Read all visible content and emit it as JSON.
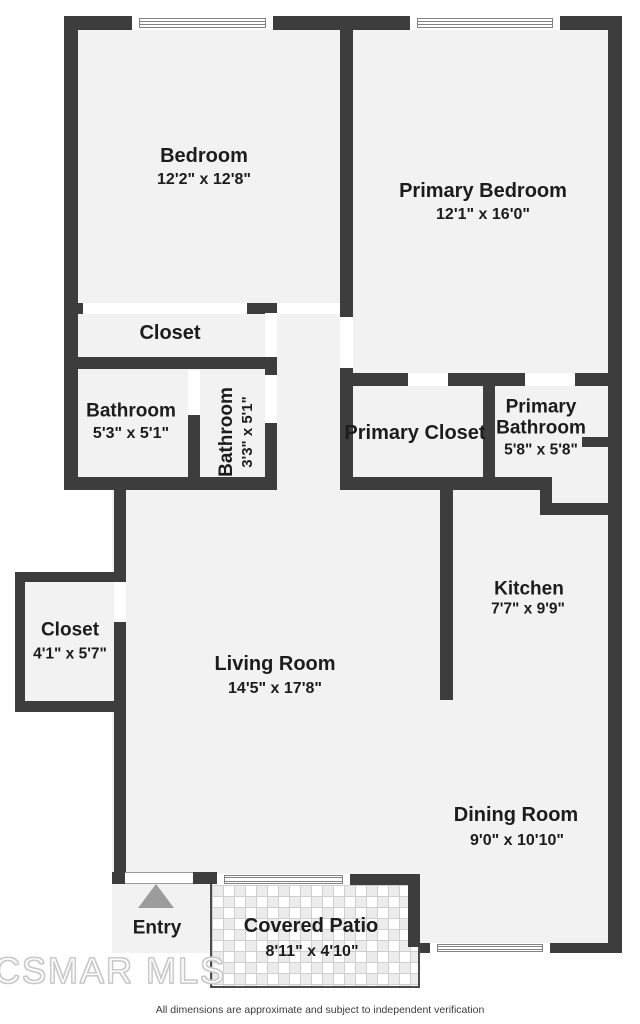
{
  "colors": {
    "wall": "#3d3d3d",
    "floor": "#f2f2f2",
    "background": "#ffffff",
    "entry_arrow": "#9c9c9c",
    "label_text": "#1c1c1c",
    "watermark_outline": "#c2c2c2"
  },
  "rooms": {
    "bedroom": {
      "name": "Bedroom",
      "dims": "12'2\" x 12'8\""
    },
    "primary_bedroom": {
      "name": "Primary Bedroom",
      "dims": "12'1\" x 16'0\""
    },
    "upper_closet": {
      "name": "Closet"
    },
    "bathroom": {
      "name": "Bathroom",
      "dims": "5'3\" x 5'1\""
    },
    "small_bathroom": {
      "name": "Bathroom",
      "dims": "3'3\" x 5'1\""
    },
    "primary_closet": {
      "name": "Primary Closet"
    },
    "primary_bathroom": {
      "name": "Primary Bathroom",
      "dims": "5'8\" x 5'8\""
    },
    "kitchen": {
      "name": "Kitchen",
      "dims": "7'7\" x 9'9\""
    },
    "living_room": {
      "name": "Living Room",
      "dims": "14'5\" x 17'8\""
    },
    "lower_closet": {
      "name": "Closet",
      "dims": "4'1\" x 5'7\""
    },
    "dining_room": {
      "name": "Dining Room",
      "dims": "9'0\" x 10'10\""
    },
    "covered_patio": {
      "name": "Covered Patio",
      "dims": "8'11\" x 4'10\""
    },
    "entry": {
      "name": "Entry"
    }
  },
  "watermark": "CSMAR MLS",
  "footer": {
    "disclaimer": "All dimensions are approximate and subject to independent verification"
  }
}
